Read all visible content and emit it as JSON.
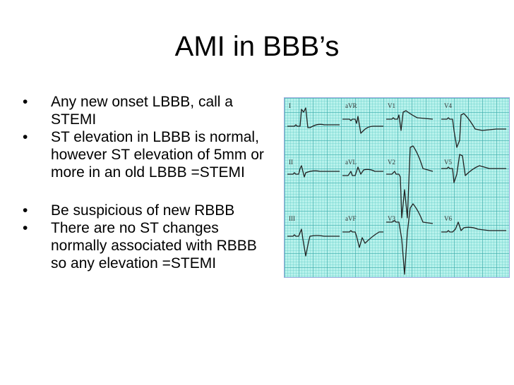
{
  "slide": {
    "title": "AMI in BBB’s",
    "bullets": [
      "Any new onset LBBB, call a STEMI",
      "ST elevation in LBBB is normal, however ST elevation of 5mm or more in an old LBBB =STEMI",
      "Be suspicious of new RBBB",
      "There are no ST changes normally associated with RBBB so any elevation =STEMI"
    ],
    "bullet_symbol": "•"
  },
  "ecg": {
    "grid_color": "#b8f2ec",
    "trace_color": "#222222",
    "leads": {
      "I": "I",
      "aVR": "aVR",
      "V1": "V1",
      "V4": "V4",
      "II": "II",
      "aVL": "aVL",
      "V2": "V2",
      "V5": "V5",
      "III": "III",
      "aVF": "aVF",
      "V3": "V3",
      "V6": "V6"
    }
  }
}
